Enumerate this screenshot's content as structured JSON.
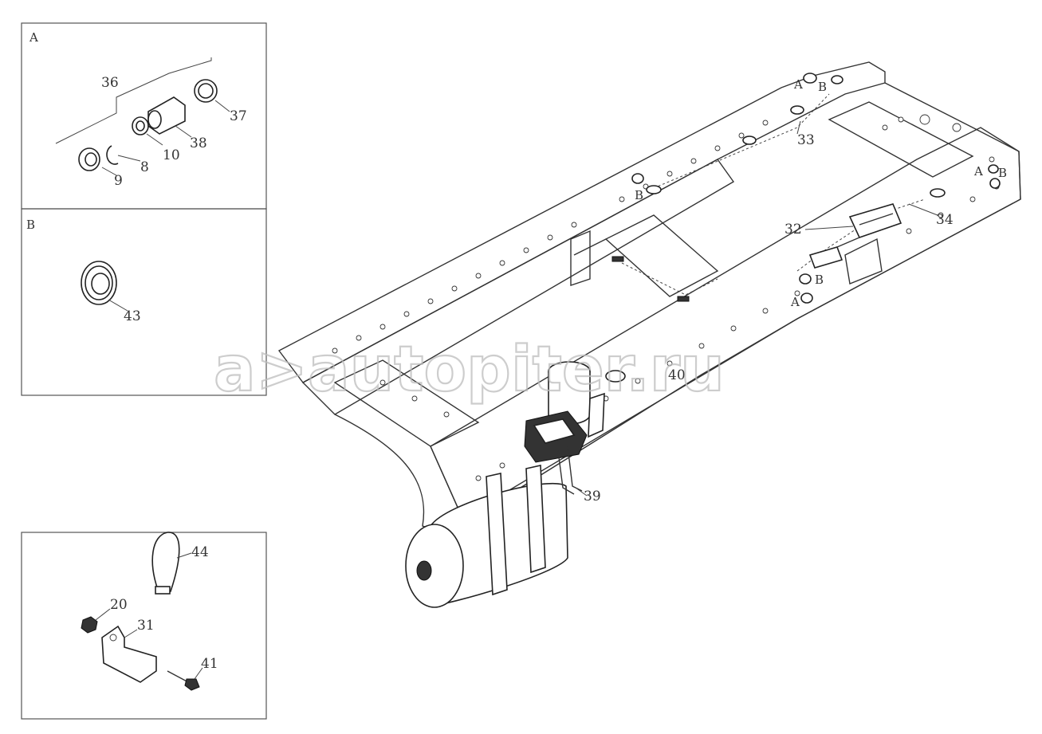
{
  "panels": {
    "a": {
      "title": "A",
      "labels": [
        "36",
        "37",
        "38",
        "10",
        "8",
        "9"
      ]
    },
    "b": {
      "title": "B",
      "labels": [
        "43"
      ]
    },
    "c": {
      "labels": [
        "44",
        "20",
        "31",
        "41"
      ]
    }
  },
  "main": {
    "labels": [
      "33",
      "32",
      "34",
      "39",
      "40"
    ],
    "markers": [
      "A",
      "B",
      "B",
      "A",
      "B",
      "A",
      "B"
    ]
  },
  "watermark": "a>autopiter.ru"
}
